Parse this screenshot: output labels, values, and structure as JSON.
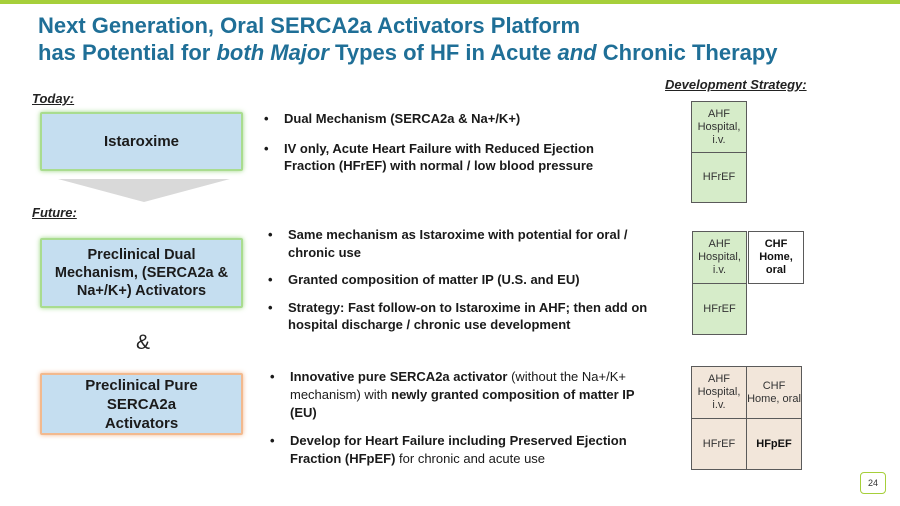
{
  "title": {
    "line1": "Next Generation, Oral SERCA2a Activators Platform",
    "line2_a": "has Potential for ",
    "line2_em1": "both Major",
    "line2_b": " Types of HF in Acute ",
    "line2_em2": "and",
    "line2_c": " Chronic Therapy"
  },
  "labels": {
    "today": "Today:",
    "future": "Future:"
  },
  "boxes": {
    "istaroxime": "Istaroxime",
    "dual": "Preclinical Dual Mechanism, (SERCA2a & Na+/K+) Activators",
    "ampersand": "&",
    "pure": "Preclinical Pure SERCA2a Activators"
  },
  "bullets_today": [
    "Dual Mechanism (SERCA2a & Na+/K+)",
    "IV only, Acute Heart Failure with Reduced Ejection Fraction (HFrEF) with normal / low blood pressure"
  ],
  "bullets_dual": [
    "Same mechanism as Istaroxime with potential for oral / chronic use",
    "Granted composition of matter IP (U.S. and EU)",
    "Strategy: Fast follow-on to Istaroxime in AHF; then add on hospital discharge / chronic use development"
  ],
  "bullets_pure": {
    "item1_a": "Innovative pure SERCA2a activator",
    "item1_b": " (without the Na+/K+ mechanism) with ",
    "item1_c": "newly granted composition of matter IP (EU)",
    "item2_a": "Develop for Heart Failure including Preserved Ejection Fraction (HFpEF)",
    "item2_b": " for chronic and acute use"
  },
  "strategy": {
    "title": "Development Strategy:",
    "ahf": "AHF Hospital, i.v.",
    "hfref": "HFrEF",
    "chf": "CHF Home, oral",
    "hfpef": "HFpEF"
  },
  "page_number": "24",
  "colors": {
    "title": "#1f6f97",
    "accent": "#a6cf3a",
    "box_fill": "#c5def0"
  }
}
